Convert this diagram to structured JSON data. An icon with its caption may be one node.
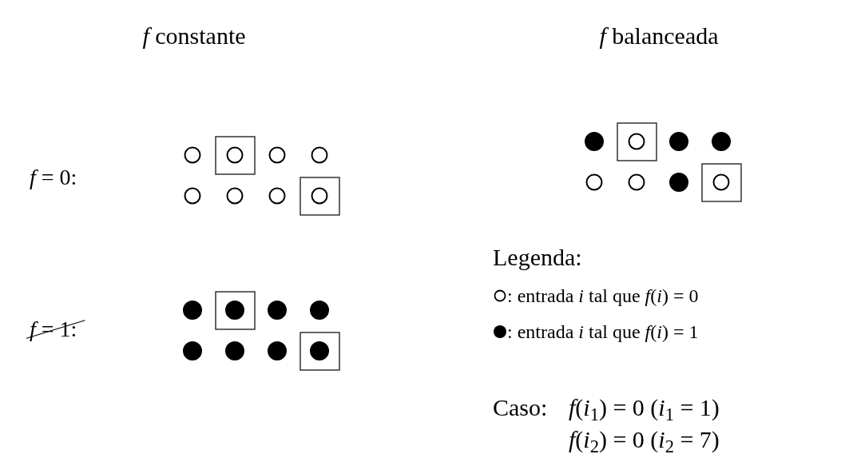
{
  "diagram": {
    "labels": [
      "*f* constante",
      "*f* balanceada",
      "*f* = 0:",
      "*f* = 1:",
      "Legenda:",
      "Caso:",
      "*f*(*i*$_{1}$) = 0 (*i*$_{1}$ = 1)",
      "*f*(*i*$_{2}$) = 0 (*i*$_{2}$ = 7)"
    ],
    "legend": [
      {
        "text": ": entrada *i* tal que *f*(*i*) = 0"
      },
      {
        "text": ": entrada *i* tal que *f*(*i*) = 1"
      }
    ]
  }
}
